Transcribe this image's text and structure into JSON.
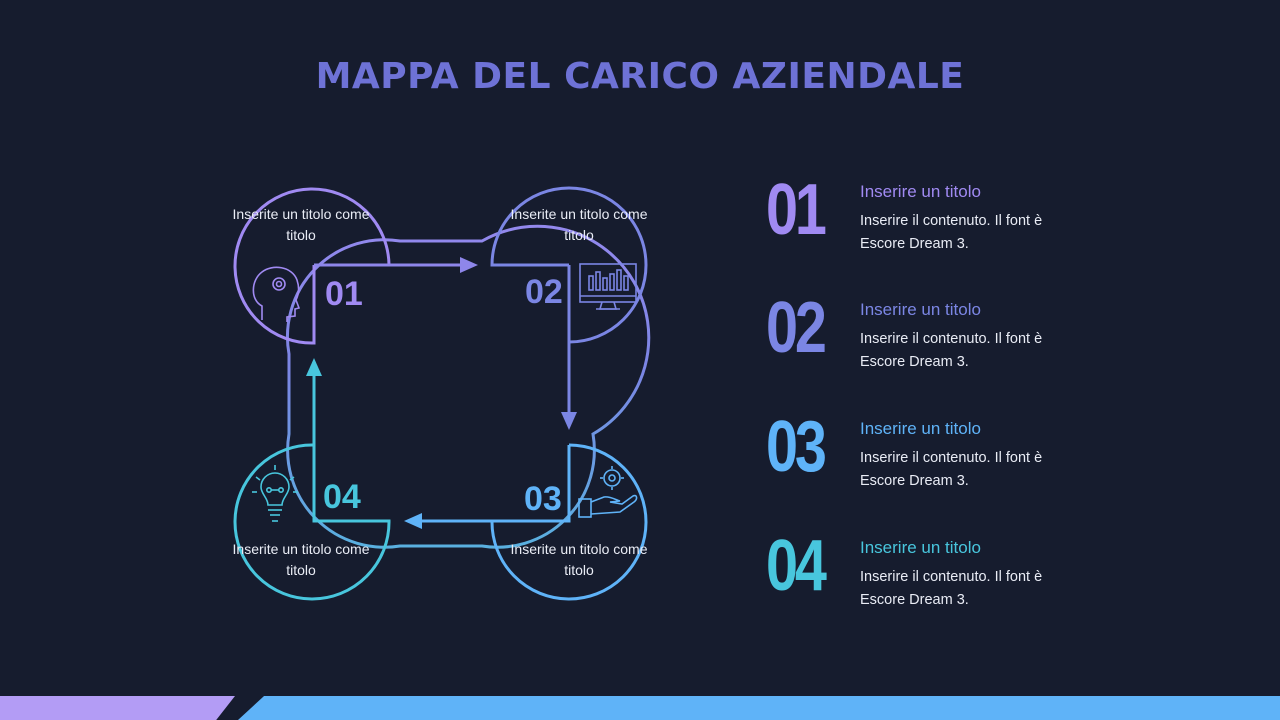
{
  "title": "MAPPA DEL CARICO AZIENDALE",
  "nodes": [
    {
      "number": "01",
      "line1": "Inserite un titolo come",
      "line2": "titolo",
      "icon": "head-gear-icon",
      "color": "#a08af2"
    },
    {
      "number": "02",
      "line1": "Inserite un titolo come",
      "line2": "titolo",
      "icon": "monitor-chart-icon",
      "color": "#7b86e4"
    },
    {
      "number": "03",
      "line1": "Inserite un titolo come",
      "line2": "titolo",
      "icon": "hand-gear-icon",
      "color": "#5fb3f8"
    },
    {
      "number": "04",
      "line1": "Inserite un titolo come",
      "line2": "titolo",
      "icon": "lightbulb-icon",
      "color": "#48c6dd"
    }
  ],
  "legend": [
    {
      "number": "01",
      "title": "Inserire un titolo",
      "text": "Inserire il contenuto. Il font è Escore Dream 3.",
      "color": "#a08af2"
    },
    {
      "number": "02",
      "title": "Inserire un titolo",
      "text": "Inserire il contenuto. Il font è Escore Dream 3.",
      "color": "#7b86e4"
    },
    {
      "number": "03",
      "title": "Inserire un titolo",
      "text": "Inserire il contenuto. Il font è Escore Dream 3.",
      "color": "#5fb3f8"
    },
    {
      "number": "04",
      "title": "Inserire un titolo",
      "text": "Inserire il contenuto. Il font è Escore Dream 3.",
      "color": "#48c6dd"
    }
  ]
}
